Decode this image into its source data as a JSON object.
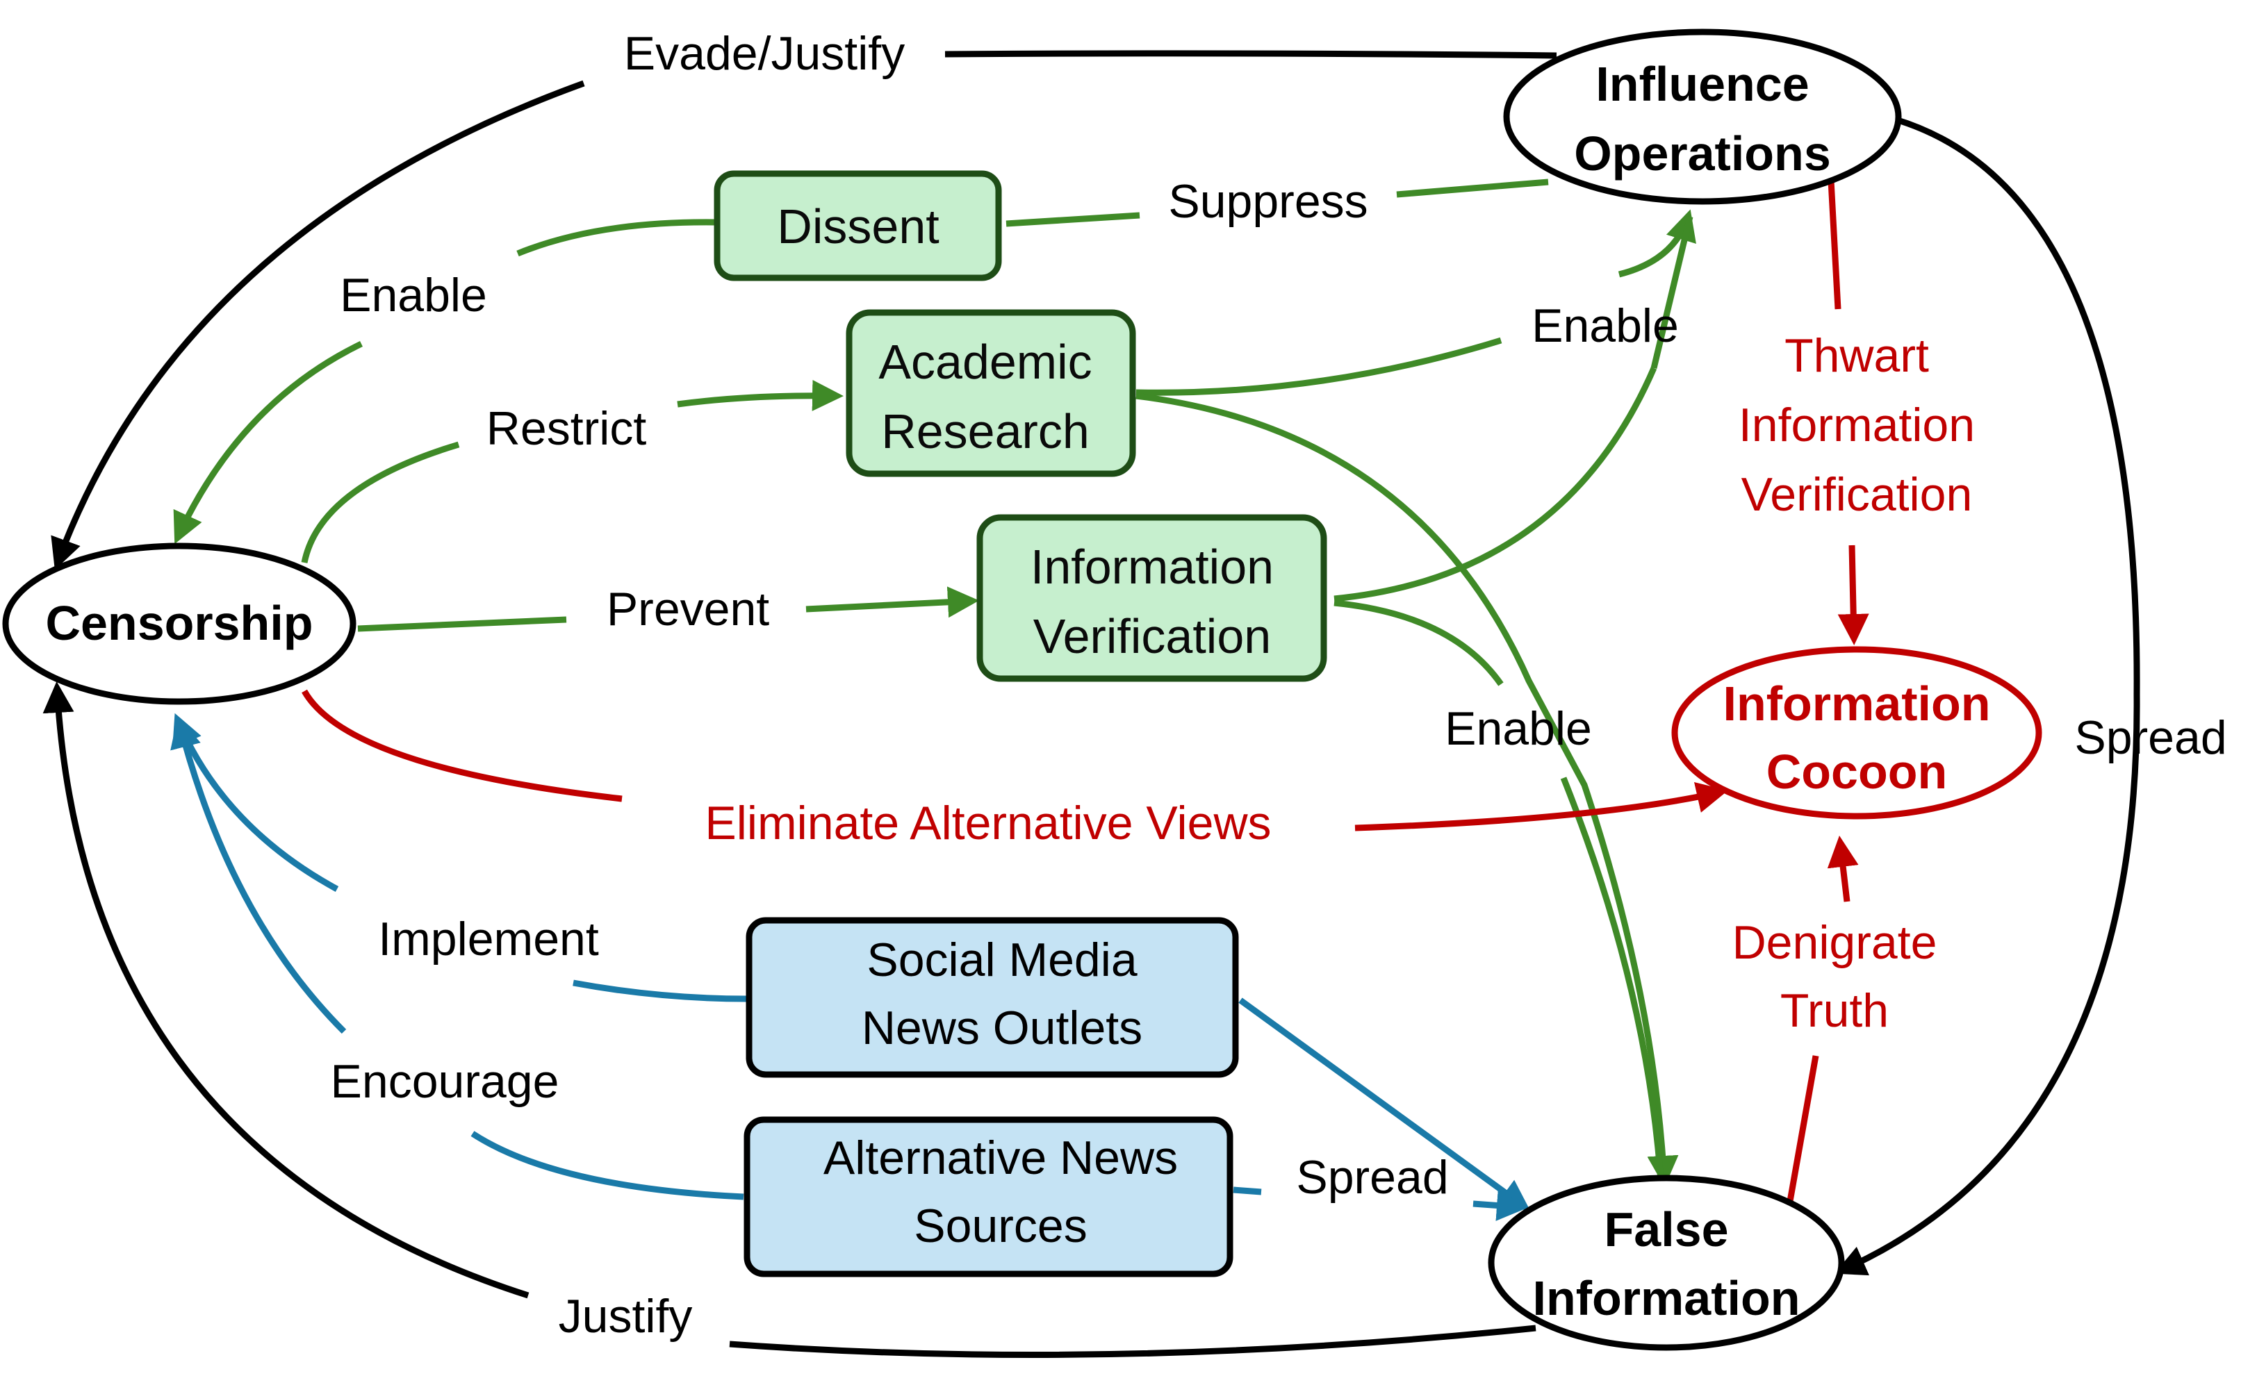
{
  "nodes": {
    "censorship": "Censorship",
    "influence_operations": [
      "Influence",
      "Operations"
    ],
    "information_cocoon": [
      "Information",
      "Cocoon"
    ],
    "false_information": [
      "False",
      "Information"
    ],
    "dissent": "Dissent",
    "academic_research": [
      "Academic",
      "Research"
    ],
    "information_verification": [
      "Information",
      "Verification"
    ],
    "social_media": [
      "Social Media",
      "News Outlets"
    ],
    "alternative_news": [
      "Alternative News",
      "Sources"
    ]
  },
  "edge_labels": {
    "evade_justify": "Evade/Justify",
    "suppress": "Suppress",
    "enable_dissent": "Enable",
    "restrict": "Restrict",
    "enable_research": "Enable",
    "prevent": "Prevent",
    "enable_verification": "Enable",
    "thwart": [
      "Thwart",
      "Information",
      "Verification"
    ],
    "spread_right": "Spread",
    "eliminate": "Eliminate Alternative Views",
    "denigrate": [
      "Denigrate",
      "Truth"
    ],
    "implement": "Implement",
    "encourage": "Encourage",
    "spread_alt": "Spread",
    "justify": "Justify"
  },
  "colors": {
    "black": "#000000",
    "green": "#3f8a27",
    "green_dark": "#1e4d16",
    "green_fill": "#c6efce",
    "red": "#c00000",
    "blue": "#1a7aa8",
    "blue_fill": "#c5e3f4"
  }
}
